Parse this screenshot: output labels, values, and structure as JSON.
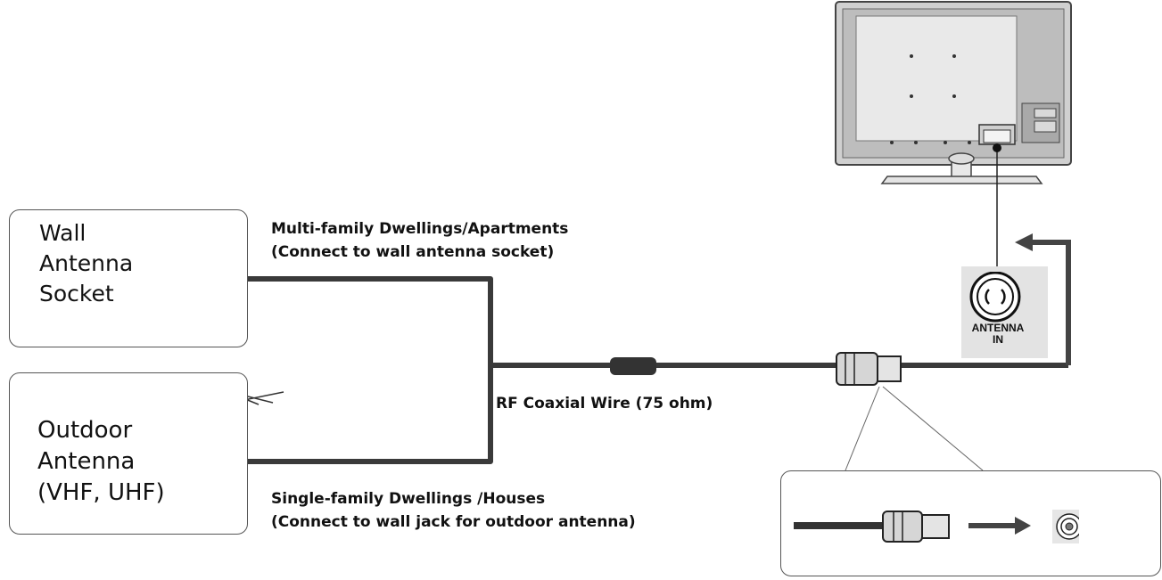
{
  "wall_socket": {
    "label_lines": [
      "Wall",
      "Antenna",
      "Socket"
    ]
  },
  "outdoor_antenna": {
    "label_lines": [
      "Outdoor",
      "Antenna",
      "(VHF, UHF)"
    ]
  },
  "captions": {
    "multi_family": [
      "Multi-family Dwellings/Apartments",
      "(Connect to wall antenna socket)"
    ],
    "single_family": [
      "Single-family Dwellings /Houses",
      "(Connect to wall jack for outdoor antenna)"
    ],
    "rf_wire": "RF Coaxial Wire (75 ohm)"
  },
  "antenna_port": {
    "label_lines": [
      "ANTENNA",
      "IN"
    ]
  },
  "colors": {
    "cable": "#3a3a3a",
    "arrow": "#444444",
    "panel_bg": "#e3e3e3",
    "tv_frame": "#8a8a8a"
  }
}
